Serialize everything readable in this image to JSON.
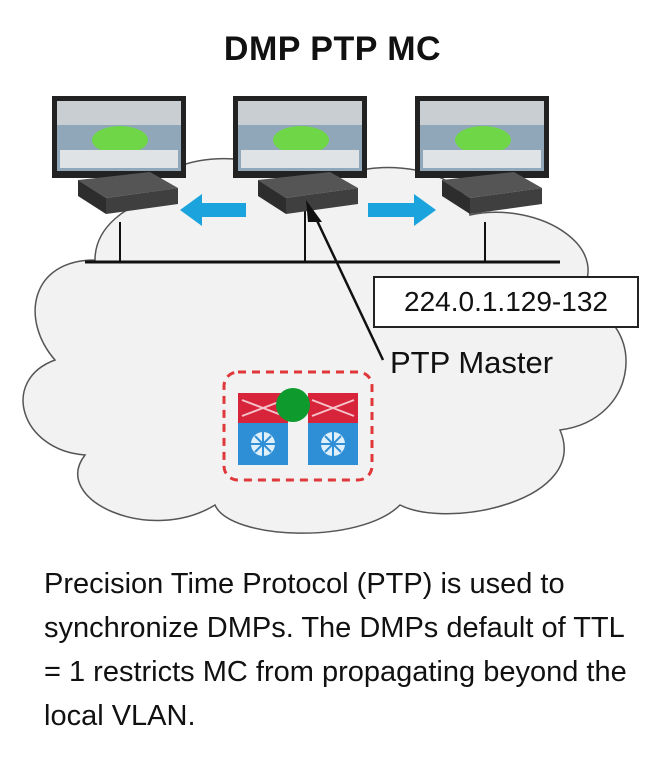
{
  "title": "DMP PTP MC",
  "multicast_range": "224.0.1.129-132",
  "ptp_master_label": "PTP Master",
  "caption": "Precision Time Protocol (PTP) is used to synchronize DMPs. The DMPs default of TTL = 1 restricts MC from propagating beyond the local VLAN.",
  "colors": {
    "arrow": "#1aa3dc",
    "cloud_fill": "#f2f2f3",
    "cloud_stroke": "#555555",
    "master_dot": "#0e9a2c",
    "switch_red": "#d8243a",
    "switch_blue": "#2f8fd6",
    "dashed_box": "#e0383a"
  },
  "icons": [
    "display-monitor-icon",
    "dmp-player-icon",
    "network-switch-icon"
  ]
}
